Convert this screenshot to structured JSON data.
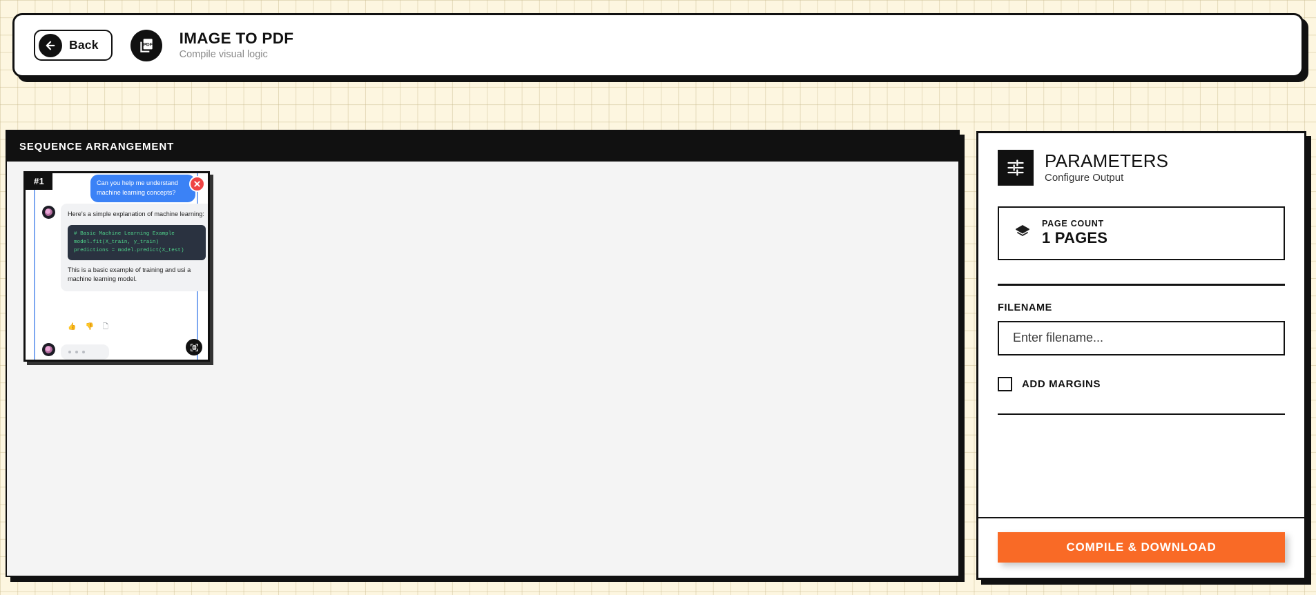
{
  "header": {
    "back_label": "Back",
    "back_icon": "arrow-left-icon",
    "app_icon": "pdf-file-icon",
    "title": "IMAGE TO PDF",
    "subtitle": "Compile visual logic"
  },
  "left_panel": {
    "title": "SEQUENCE ARRANGEMENT",
    "items": [
      {
        "badge": "#1",
        "close_icon": "close-x-icon",
        "resize_icon": "resize-handle-icon",
        "preview": {
          "user_message": "Can you help me understand machine learning concepts?",
          "assistant_intro": "Here's a simple explanation of machine learning:",
          "code_block": "# Basic Machine Learning Example\nmodel.fit(X_train, y_train)\npredictions = model.predict(X_test)",
          "assistant_outro": "This is a basic example of training and usi a machine learning model.",
          "actions": [
            "thumbs-up-icon",
            "thumbs-down-icon",
            "copy-icon"
          ],
          "typing_indicator": "..."
        }
      }
    ]
  },
  "right_panel": {
    "icon": "sliders-tune-icon",
    "title": "PARAMETERS",
    "subtitle": "Configure Output",
    "page_count": {
      "icon": "layers-icon",
      "label": "PAGE COUNT",
      "value": "1 PAGES"
    },
    "filename": {
      "label": "FILENAME",
      "value": "",
      "placeholder": "Enter filename..."
    },
    "add_margins": {
      "label": "ADD MARGINS",
      "checked": false
    },
    "primary_action": "COMPILE & DOWNLOAD"
  },
  "colors": {
    "accent": "#f96a26",
    "ink": "#111111",
    "paper": "#fdf6e0",
    "panel": "#f4f4f4",
    "danger": "#ef4444",
    "bubble": "#3b82f6",
    "code_bg": "#2a3240",
    "code_fg": "#4fd38a"
  }
}
